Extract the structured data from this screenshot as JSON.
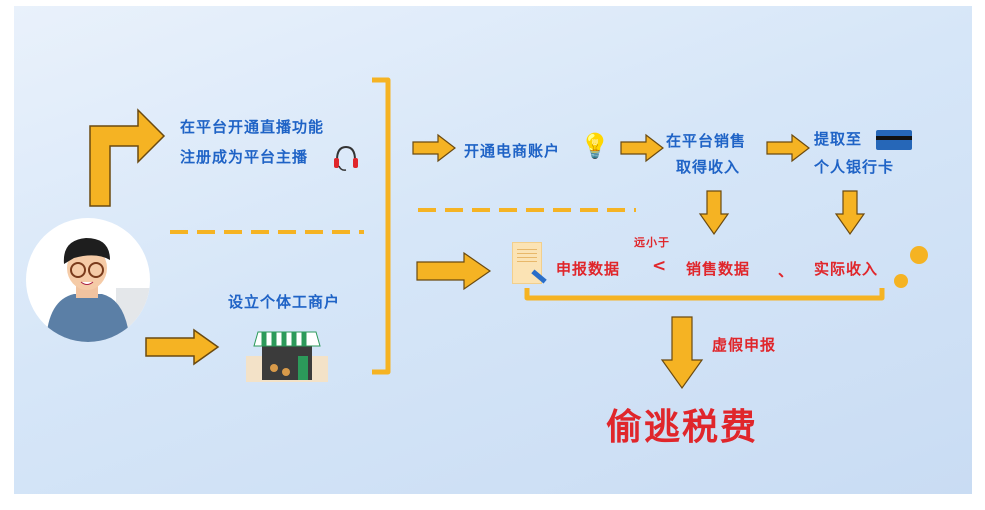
{
  "left": {
    "live_line1": "在平台开通直播功能",
    "live_line2": "注册成为平台主播",
    "merchant": "设立个体工商户"
  },
  "top_flow": {
    "step1": "开通电商账户",
    "step2_line1": "在平台销售",
    "step2_line2": "取得收入",
    "step3_line1": "提取至",
    "step3_line2": "个人银行卡"
  },
  "compare": {
    "declared": "申报数据",
    "less_than": "<",
    "note": "远小于",
    "sales": "销售数据",
    "separator": "、",
    "actual": "实际收入"
  },
  "false_report": "虚假申报",
  "result": "偷逃税费",
  "colors": {
    "arrow": "#f5b323",
    "blue_text": "#1f63c6",
    "red_text": "#e0262b"
  }
}
